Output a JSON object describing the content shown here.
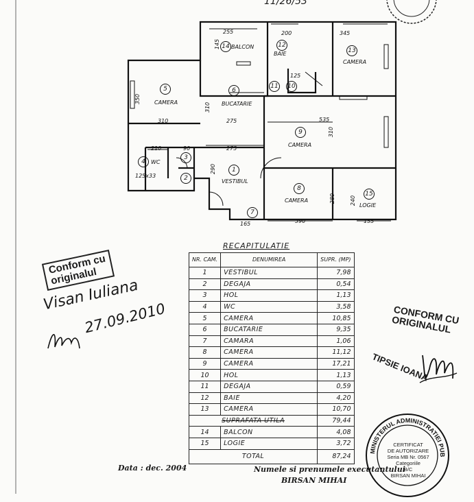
{
  "header": {
    "file_ref": "11/26/53"
  },
  "plan": {
    "rooms": [
      {
        "num": "1",
        "label": "VESTIBUL"
      },
      {
        "num": "2",
        "label": ""
      },
      {
        "num": "3",
        "label": ""
      },
      {
        "num": "4",
        "label": "WC"
      },
      {
        "num": "5",
        "label": "CAMERA"
      },
      {
        "num": "6",
        "label": "BUCATARIE"
      },
      {
        "num": "7",
        "label": ""
      },
      {
        "num": "8",
        "label": "CAMERA"
      },
      {
        "num": "9",
        "label": "CAMERA"
      },
      {
        "num": "10",
        "label": ""
      },
      {
        "num": "11",
        "label": ""
      },
      {
        "num": "12",
        "label": "BAIE"
      },
      {
        "num": "13",
        "label": "CAMERA"
      },
      {
        "num": "14",
        "label": "BALCON"
      },
      {
        "num": "15",
        "label": "LOGIE"
      }
    ],
    "dimensions": [
      "255",
      "145",
      "200",
      "345",
      "350",
      "310",
      "275",
      "535",
      "310",
      "310",
      "210",
      "90",
      "275",
      "290",
      "125x33",
      "390",
      "155",
      "280",
      "240",
      "125",
      "165"
    ]
  },
  "recap": {
    "title": "RECAPITULATIE",
    "headers": [
      "NR. CAM.",
      "DENUMIREA",
      "SUPR. (MP)"
    ],
    "rows": [
      [
        "1",
        "VESTIBUL",
        "7,98"
      ],
      [
        "2",
        "DEGAJA",
        "0,54"
      ],
      [
        "3",
        "HOL",
        "1,13"
      ],
      [
        "4",
        "WC",
        "3,58"
      ],
      [
        "5",
        "CAMERA",
        "10,85"
      ],
      [
        "6",
        "BUCATARIE",
        "9,35"
      ],
      [
        "7",
        "CAMARA",
        "1,06"
      ],
      [
        "8",
        "CAMERA",
        "11,12"
      ],
      [
        "9",
        "CAMERA",
        "17,21"
      ],
      [
        "10",
        "HOL",
        "1,13"
      ],
      [
        "11",
        "DEGAJA",
        "0,59"
      ],
      [
        "12",
        "BAIE",
        "4,20"
      ],
      [
        "13",
        "CAMERA",
        "10,70"
      ]
    ],
    "useful_label": "SUPRAFATA UTILA",
    "useful_value": "79,44",
    "extra_rows": [
      [
        "14",
        "BALCON",
        "4,08"
      ],
      [
        "15",
        "LOGIE",
        "3,72"
      ]
    ],
    "total_label": "TOTAL",
    "total_value": "87,24"
  },
  "stamps": {
    "conform_left": [
      "Conform cu",
      "originalul"
    ],
    "conform_right": [
      "CONFORM CU",
      "ORIGINALUL"
    ],
    "signer_right": "TIPSIE IOANA",
    "seal_lines": [
      "CERTIFICAT",
      "DE AUTORIZARE",
      "Seria MB Nr. 0567",
      "Categoriile",
      "B/C",
      "BIRSAN MIHAI"
    ],
    "seal_ring": "MINISTERUL ADMINISTRATIEI PUBLICE"
  },
  "handwriting": {
    "name": "Visan Iuliana",
    "date": "27.09.2010"
  },
  "footer": {
    "date_label": "Data : dec. 2004",
    "executor_label": "Numele si prenumele executantului",
    "executor_name": "BIRSAN MIHAI"
  }
}
